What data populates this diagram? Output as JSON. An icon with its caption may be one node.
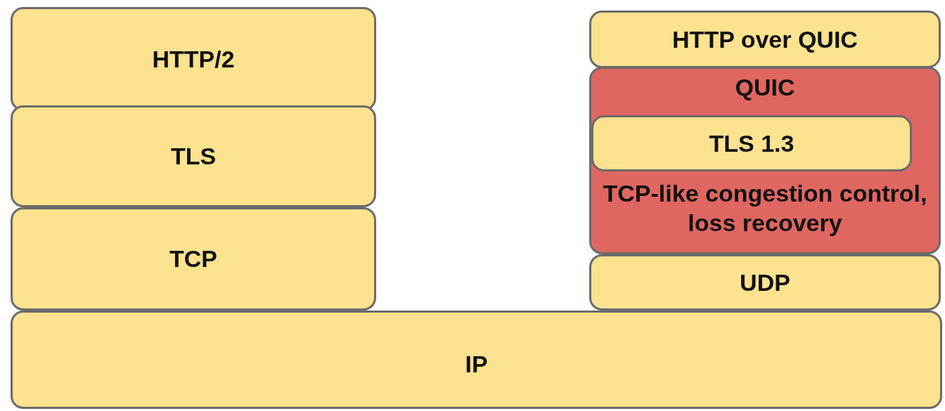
{
  "diagram": {
    "nodes": [
      {
        "text": [
          "HTTP/2"
        ]
      },
      {
        "text": [
          "TLS"
        ]
      },
      {
        "text": [
          "TCP"
        ]
      },
      {
        "text": [
          "HTTP over QUIC"
        ]
      },
      {
        "text": [
          "QUIC",
          "TCP-like congestion control, loss recovery"
        ]
      },
      {
        "text": [
          "TLS 1.3"
        ],
        "in": 4
      },
      {
        "text": [
          "UDP"
        ]
      },
      {
        "text": [
          "IP"
        ]
      }
    ]
  }
}
